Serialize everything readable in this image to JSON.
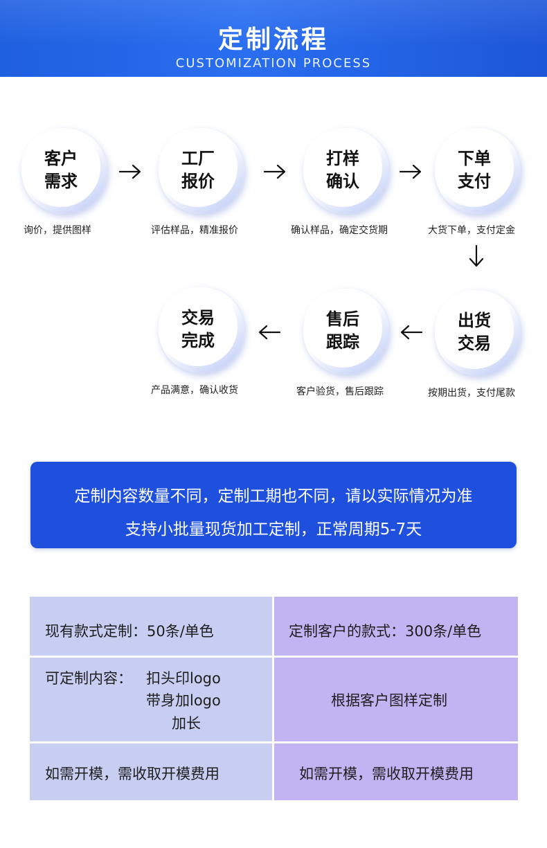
{
  "header": {
    "title": "定制流程",
    "subtitle": "CUSTOMIZATION PROCESS"
  },
  "steps": [
    {
      "line1": "客户",
      "line2": "需求",
      "caption": "询价，提供图样"
    },
    {
      "line1": "工厂",
      "line2": "报价",
      "caption": "评估样品，精准报价"
    },
    {
      "line1": "打样",
      "line2": "确认",
      "caption": "确认样品，确定交货期"
    },
    {
      "line1": "下单",
      "line2": "支付",
      "caption": "大货下单，支付定金"
    },
    {
      "line1": "出货",
      "line2": "交易",
      "caption": "按期出货，支付尾款"
    },
    {
      "line1": "售后",
      "line2": "跟踪",
      "caption": "客户验货，售后跟踪"
    },
    {
      "line1": "交易",
      "line2": "完成",
      "caption": "产品满意，确认收货"
    }
  ],
  "arrows": [
    "arrow-right-icon",
    "arrow-right-icon",
    "arrow-right-icon",
    "arrow-down-icon",
    "arrow-left-icon",
    "arrow-left-icon"
  ],
  "notice": {
    "line1": "定制内容数量不同，定制工期也不同，请以实际情况为准",
    "line2": "支持小批量现货加工定制，正常周期5-7天"
  },
  "table": {
    "row1": {
      "left": "现有款式定制：50条/单色",
      "right": "定制客户的款式：300条/单色"
    },
    "row2": {
      "left_label": "可定制内容：",
      "left_items": [
        "扣头印logo",
        "带身加logo",
        "加长"
      ],
      "right": "根据客户图样定制"
    },
    "row3": {
      "left": "如需开模，需收取开模费用",
      "right": "如需开模，需收取开模费用"
    }
  },
  "colors": {
    "header_blue": "#2a6ef0",
    "notice_blue": "#1e4fdd",
    "table_left": "#c7cef2",
    "table_right": "#c2b3f3"
  }
}
